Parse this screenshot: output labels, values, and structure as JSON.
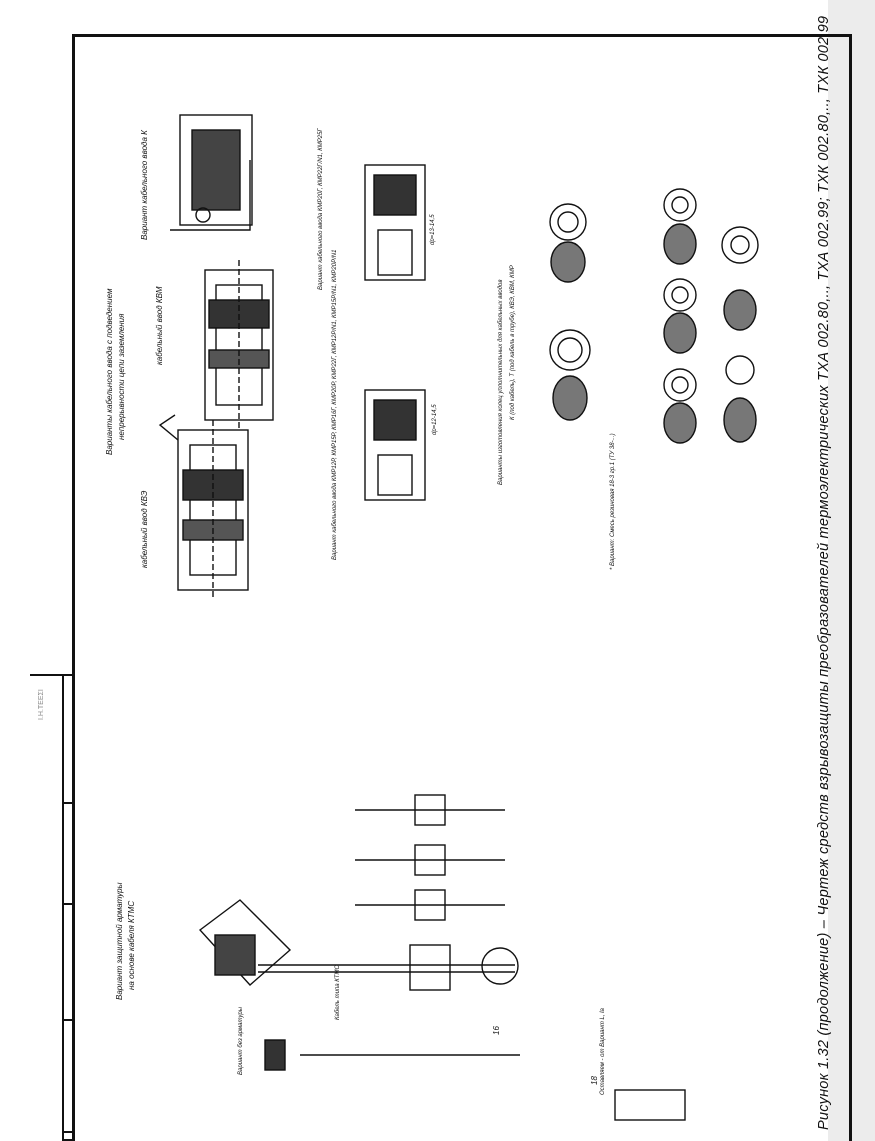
{
  "caption": "Рисунок 1.32 (продолжение) – Чертеж средств взрывозащиты преобразователей термоэлектрических ТХА 002.80,.., ТХА 002.99; ТХК 002.80,.., ТХК 002.99",
  "margin_note": "Ι.Η.ΤΕΕΣΙ",
  "views": {
    "cable_gland_continuity": {
      "title_line1": "Варианты кабельного ввода с подведением",
      "title_line2": "непрерывности цепи заземления",
      "kve_label": "кабельный ввод КВЭ",
      "kvm_label": "кабельный ввод КВМ",
      "variant_k_label": "Вариант кабельного ввода К"
    },
    "cable_gland_kmr": {
      "title": "Вариант кабельного ввода КМР12Р, КМР15Р, КМР16Г, КМР20Р, КМР22Г, КМР12Р/N1, КМР15Р/N1, КМР20Р/N1",
      "title2": "Вариант кабельного ввода КМР20Г, КМР22Г/N1, КМР25Г",
      "dim_a": "dр=12-14,5",
      "dim_b": "dр=13-14,5"
    },
    "seal_rings": {
      "title": "Варианты изготовления колец уплотнительных для кабельных вводов",
      "title2": "К (под кабель), Т (под кабель в трубе), КВЭ, КВМ, КМР",
      "note": "* Вариант: Смесь резиновая 18-3 гр.1 (ТУ 38-...)"
    },
    "ktms_variant": {
      "title_line1": "Вариант защитной арматуры",
      "title_line2": "на основе кабеля КТМС",
      "label_16": "16",
      "label_18": "18",
      "cable_label": "Кабель типа КТМС",
      "note_gap": "Оставляем - от Вариант L, la",
      "no_armature": "Вариант без арматуры"
    }
  }
}
